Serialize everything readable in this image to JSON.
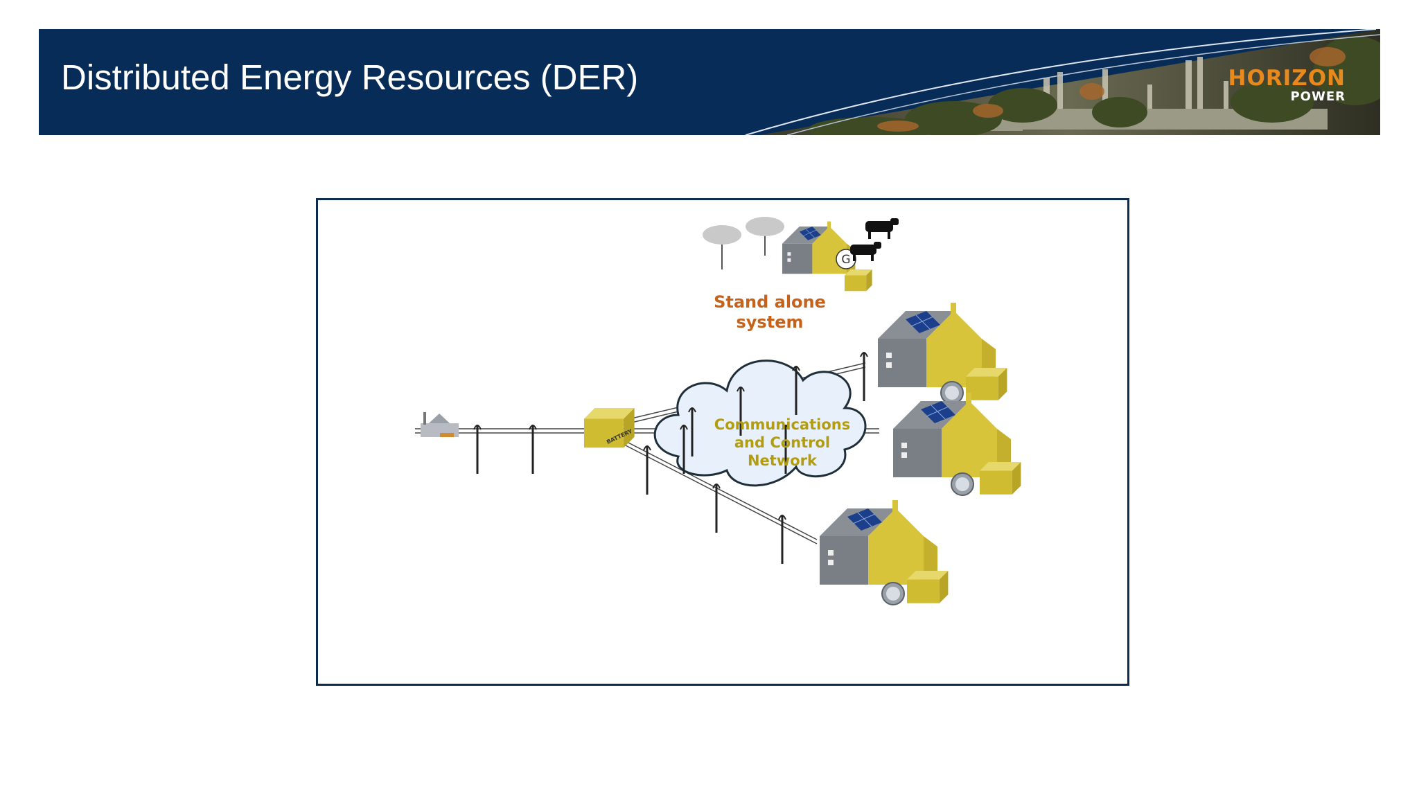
{
  "header": {
    "title": "Distributed Energy Resources (DER)",
    "logo_top": "HORIZON",
    "logo_bottom": "POWER"
  },
  "diagram": {
    "standalone_line1": "Stand alone",
    "standalone_line2": "system",
    "generator_label": "G",
    "cloud_line1": "Communications",
    "cloud_line2": "and Control",
    "cloud_line3": "Network",
    "battery_label": "BATTERY",
    "colors": {
      "house_wall": "#d8c43a",
      "roof": "#8a8f96",
      "solar_panel": "#1c3f8c",
      "standalone_text": "#c7621a",
      "cloud_text": "#b29c10",
      "cloud_fill": "#e8f0fb",
      "frame": "#0d2b4d",
      "banner": "#072c57"
    }
  }
}
